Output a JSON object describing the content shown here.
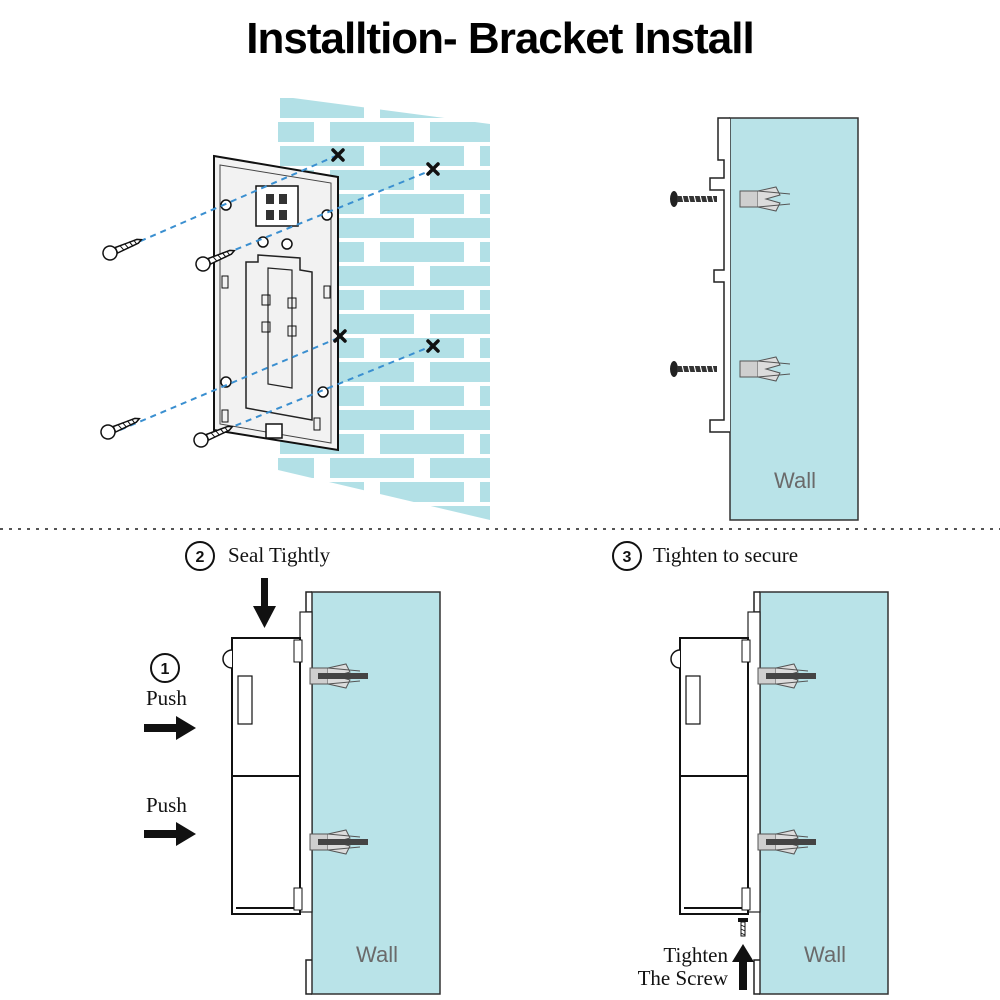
{
  "title": "Installtion- Bracket Install",
  "colors": {
    "wall_fill": "#b9e3e8",
    "brick_fill": "#b2e0e6",
    "dash_line": "#3a8fd0",
    "ink": "#111111"
  },
  "panel_top_right": {
    "wall_label": "Wall"
  },
  "step2": {
    "number": "2",
    "label": "Seal Tightly"
  },
  "step3": {
    "number": "3",
    "label": "Tighten to secure"
  },
  "step1": {
    "number": "1",
    "push_label_1": "Push",
    "push_label_2": "Push"
  },
  "panel_bottom_left": {
    "wall_label": "Wall"
  },
  "panel_bottom_right": {
    "wall_label": "Wall",
    "tighten_line1": "Tighten",
    "tighten_line2": "The Screw"
  }
}
